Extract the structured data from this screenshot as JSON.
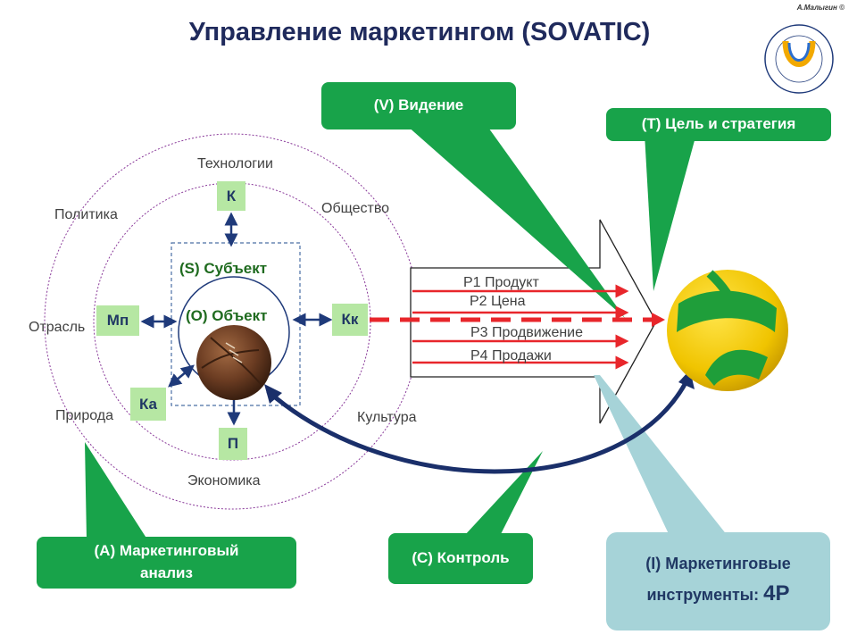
{
  "title": "Управление маркетингом (SOVATIC)",
  "author": "А.Малыгин ©",
  "environment": {
    "technology": "Технологии",
    "politics": "Политика",
    "society": "Общество",
    "industry": "Отрасль",
    "nature": "Природа",
    "culture": "Культура",
    "economy": "Экономика"
  },
  "boxes": {
    "k": "К",
    "mp": "Мп",
    "kk": "Кк",
    "ka": "Ка",
    "p": "П"
  },
  "subject": "(S) Субъект",
  "object": "(O) Объект",
  "callouts": {
    "vision": "(V) Видение",
    "target": "(T) Цель и стратегия",
    "analysis_line1": "(A) Маркетинговый",
    "analysis_line2": "анализ",
    "control": "(C) Контроль",
    "instruments_line1": "(I) Маркетинговые",
    "instruments_line2": "инструменты: ",
    "instruments_big": "4P"
  },
  "p_items": [
    "P1 Продукт",
    "P2 Цена",
    "P3 Продвижение",
    "P4 Продажи"
  ],
  "colors": {
    "green": "#18a34a",
    "light_green": "#b6e7a3",
    "navy": "#1f3a7a",
    "red": "#e8262b",
    "teal_light": "#a6d3d8"
  }
}
